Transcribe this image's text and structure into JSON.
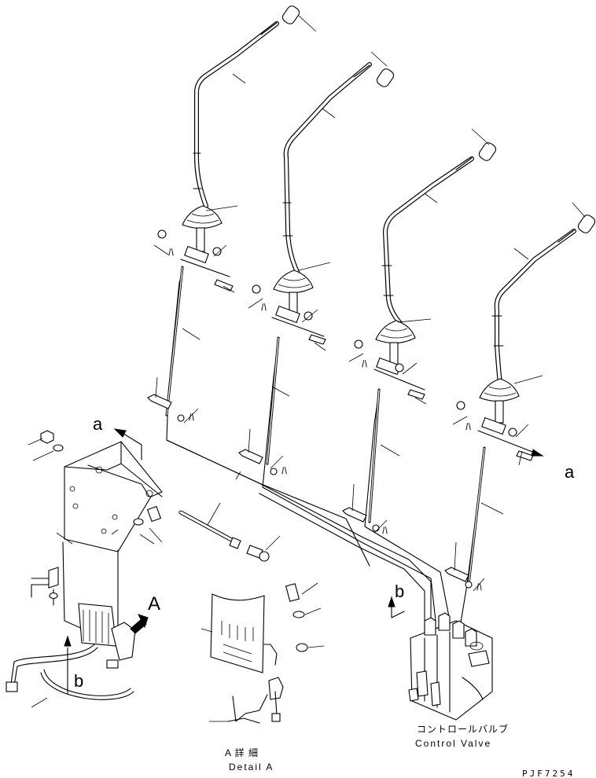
{
  "labels": {
    "arrow_a_upper": "a",
    "arrow_a_right": "a",
    "arrow_b_left": "b",
    "arrow_b_right": "b",
    "view_a_marker": "A",
    "detail_title_jp": "A 詳 細",
    "detail_title_en": "Detail A",
    "control_valve_jp": "コントロールバルブ",
    "control_valve_en": "Control Valve",
    "drawing_code": "PJF7254"
  },
  "leader_glyph": "ﾊ",
  "colors": {
    "ink": "#000000",
    "paper": "#ffffff"
  },
  "levers": [
    {
      "id": 1
    },
    {
      "id": 2
    },
    {
      "id": 3
    },
    {
      "id": 4
    }
  ]
}
